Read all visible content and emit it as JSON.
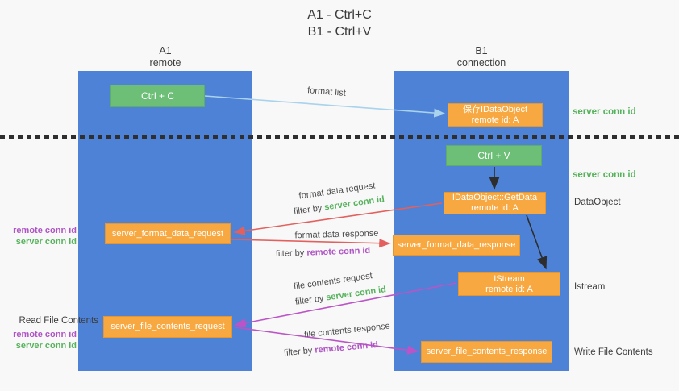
{
  "title": {
    "line1": "A1 - Ctrl+C",
    "line2": "B1 - Ctrl+V"
  },
  "lifelines": {
    "a": {
      "id": "A1",
      "role": "remote"
    },
    "b": {
      "id": "B1",
      "role": "connection"
    }
  },
  "nodes": {
    "ctrl_c": {
      "label": "Ctrl + C"
    },
    "ctrl_v": {
      "label": "Ctrl + V"
    },
    "save_dataobject": {
      "line1": "保存IDataObject",
      "line2": "remote id: A"
    },
    "getdata": {
      "line1": "IDataObject::GetData",
      "line2": "remote id: A"
    },
    "istream": {
      "line1": "IStream",
      "line2": "remote id: A"
    },
    "format_request": {
      "label": "server_format_data_request"
    },
    "format_response": {
      "label": "server_format_data_response"
    },
    "file_request": {
      "label": "server_file_contents_request"
    },
    "file_response": {
      "label": "server_file_contents_response"
    }
  },
  "arrow_labels": {
    "format_list": "format list",
    "format_data_request": "format data request",
    "format_data_response": "format data response",
    "file_contents_request": "file contents request",
    "file_contents_response": "file contents response",
    "filter_by": "filter by ",
    "server_conn_id": "server conn id",
    "remote_conn_id": "remote conn id"
  },
  "side_labels": {
    "server_conn_id_top": "server conn id",
    "server_conn_id_mid": "server conn id",
    "dataobject": "DataObject",
    "istream": "Istream",
    "write_file_contents": "Write File Contents",
    "read_file_contents": "Read File Contents",
    "remote_conn_id": "remote conn id",
    "server_conn_id": "server conn id"
  },
  "colors": {
    "lifeline_blue": "#4d82d6",
    "node_green": "#6dbe76",
    "node_orange": "#f7a841",
    "arrow_light_blue": "#a9d2ec",
    "arrow_red": "#e2615e",
    "arrow_magenta": "#bb54c6",
    "text_green": "#56b25c",
    "text_purple": "#af54c4",
    "divider_black": "#2f2f2f"
  }
}
